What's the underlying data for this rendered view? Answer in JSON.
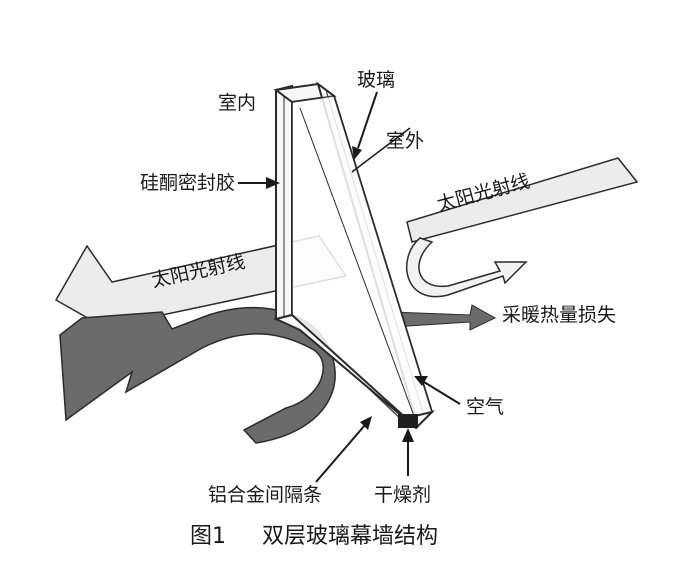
{
  "labels": {
    "indoor": "室内",
    "glass": "玻璃",
    "outdoor": "室外",
    "silicone_sealant": "硅酮密封胶",
    "sunlight_outer": "太阳光射线",
    "sunlight_inner": "太阳光射线",
    "heat_loss": "采暖热量损失",
    "air": "空气",
    "spacer": "铝合金间隔条",
    "desiccant": "干燥剂"
  },
  "caption": {
    "figure_number": "图1",
    "title": "双层玻璃幕墙结构"
  },
  "colors": {
    "light_arrow_fill": "#ececec",
    "dark_arrow_fill": "#6b6b6b",
    "outline": "#2b2b2b",
    "glass_fill": "#f7f7f7",
    "label_text": "#1a1a1a"
  }
}
